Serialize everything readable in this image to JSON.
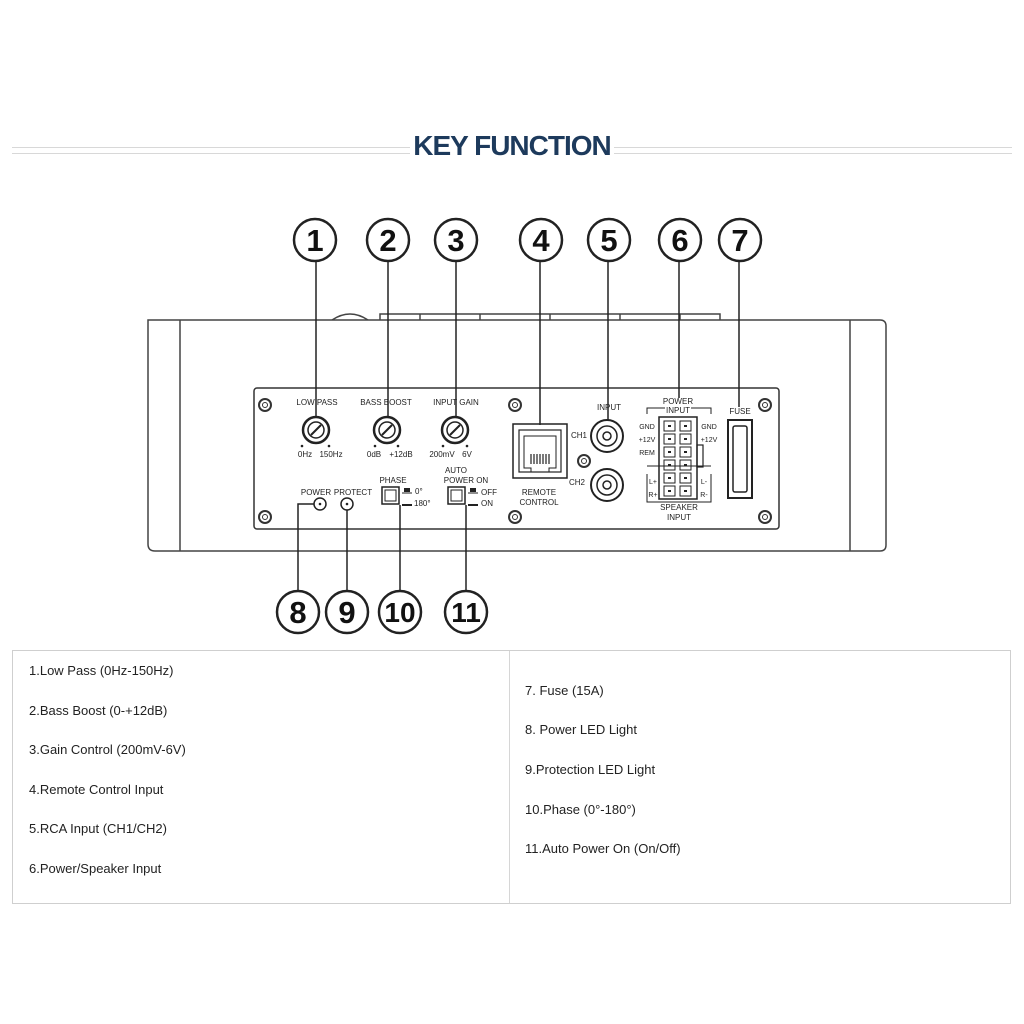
{
  "title": "KEY FUNCTION",
  "callouts": {
    "top": [
      "1",
      "2",
      "3",
      "4",
      "5",
      "6",
      "7"
    ],
    "bottom": [
      "8",
      "9",
      "10",
      "11"
    ]
  },
  "panel_labels": {
    "low_pass": "LOW PASS",
    "low_pass_min": "0Hz",
    "low_pass_max": "150Hz",
    "bass_boost": "BASS BOOST",
    "bass_boost_min": "0dB",
    "bass_boost_max": "+12dB",
    "input_gain": "INPUT GAIN",
    "input_gain_min": "200mV",
    "input_gain_max": "6V",
    "remote_1": "REMOTE",
    "remote_2": "CONTROL",
    "input": "INPUT",
    "ch1": "CH1",
    "ch2": "CH2",
    "power_input_1": "POWER",
    "power_input_2": "INPUT",
    "gnd": "GND",
    "plus12v": "+12V",
    "rem": "REM",
    "l_plus": "L+",
    "r_plus": "R+",
    "l_minus": "L-",
    "r_minus": "R-",
    "speaker_input_1": "SPEAKER",
    "speaker_input_2": "INPUT",
    "fuse": "FUSE",
    "power": "POWER",
    "protect": "PROTECT",
    "phase": "PHASE",
    "phase_0": "0°",
    "phase_180": "180°",
    "auto_power_1": "AUTO",
    "auto_power_2": "POWER ON",
    "off": "OFF",
    "on": "ON"
  },
  "key_left": [
    "1.Low Pass (0Hz-150Hz)",
    "2.Bass Boost (0-+12dB)",
    "3.Gain Control (200mV-6V)",
    "4.Remote Control Input",
    "5.RCA Input (CH1/CH2)",
    "6.Power/Speaker Input"
  ],
  "key_right": [
    "7. Fuse (15A)",
    "8. Power LED Light",
    "9.Protection LED Light",
    "10.Phase (0°-180°)",
    "11.Auto Power On (On/Off)"
  ]
}
